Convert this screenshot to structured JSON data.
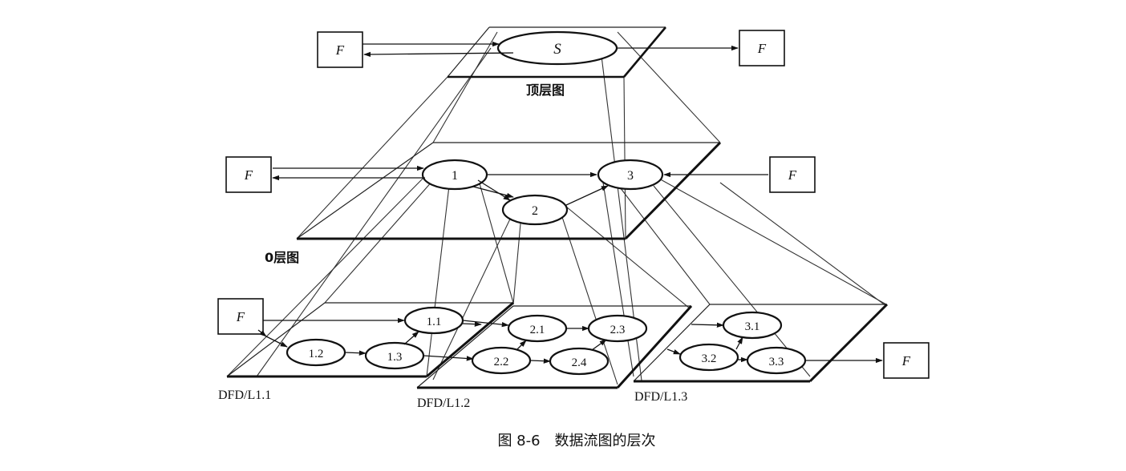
{
  "external_entity_label": "F",
  "top_level": {
    "process": "S",
    "caption": "顶层图"
  },
  "level0": {
    "caption": "0层图",
    "processes": [
      "1",
      "2",
      "3"
    ]
  },
  "level1": [
    {
      "caption": "DFD/L1.1",
      "processes": [
        "1.1",
        "1.2",
        "1.3"
      ]
    },
    {
      "caption": "DFD/L1.2",
      "processes": [
        "2.1",
        "2.2",
        "2.3",
        "2.4"
      ]
    },
    {
      "caption": "DFD/L1.3",
      "processes": [
        "3.1",
        "3.2",
        "3.3"
      ]
    }
  ],
  "figure_caption": "图 8-6　数据流图的层次"
}
